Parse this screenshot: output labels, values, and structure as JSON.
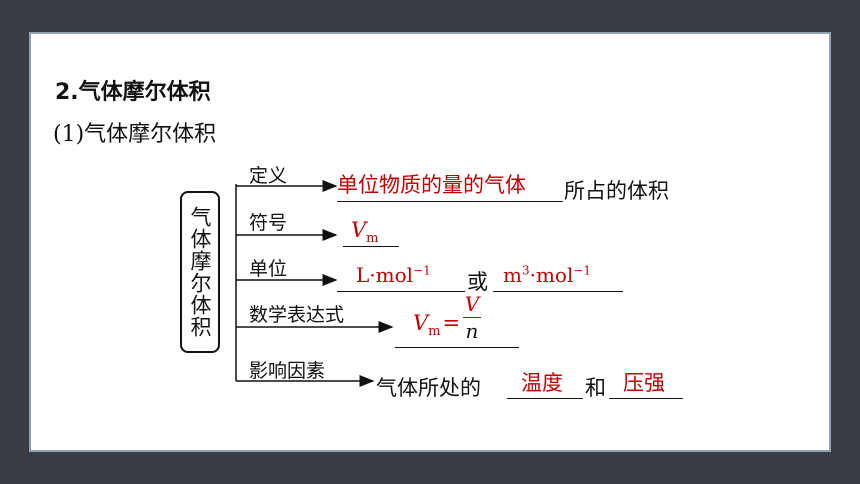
{
  "section_title": "2.气体摩尔体积",
  "subsection_title": "(1)气体摩尔体积",
  "central_box": "气体摩尔体积",
  "rows": {
    "definition": {
      "label": "定义",
      "answer": "单位物质的量的气体",
      "suffix": "所占的体积"
    },
    "symbol": {
      "label": "符号",
      "answer_main": "V",
      "answer_sub": "m"
    },
    "unit": {
      "label": "单位",
      "answer1_main": "L·mol",
      "answer1_sup": "−1",
      "connector": "或",
      "answer2_base": "m",
      "answer2_exp": "3",
      "answer2_mid": "·mol",
      "answer2_sup": "−1"
    },
    "formula": {
      "label": "数学表达式",
      "lhs_main": "V",
      "lhs_sub": "m",
      "equals": "=",
      "numerator": "V",
      "denominator": "n"
    },
    "factors": {
      "label": "影响因素",
      "prefix": "气体所处的",
      "answer1": "温度",
      "connector": "和",
      "answer2": "压强"
    }
  },
  "colors": {
    "answer": "#c00000",
    "background": "#3a3d46",
    "frame_border": "#8ea1b7"
  }
}
